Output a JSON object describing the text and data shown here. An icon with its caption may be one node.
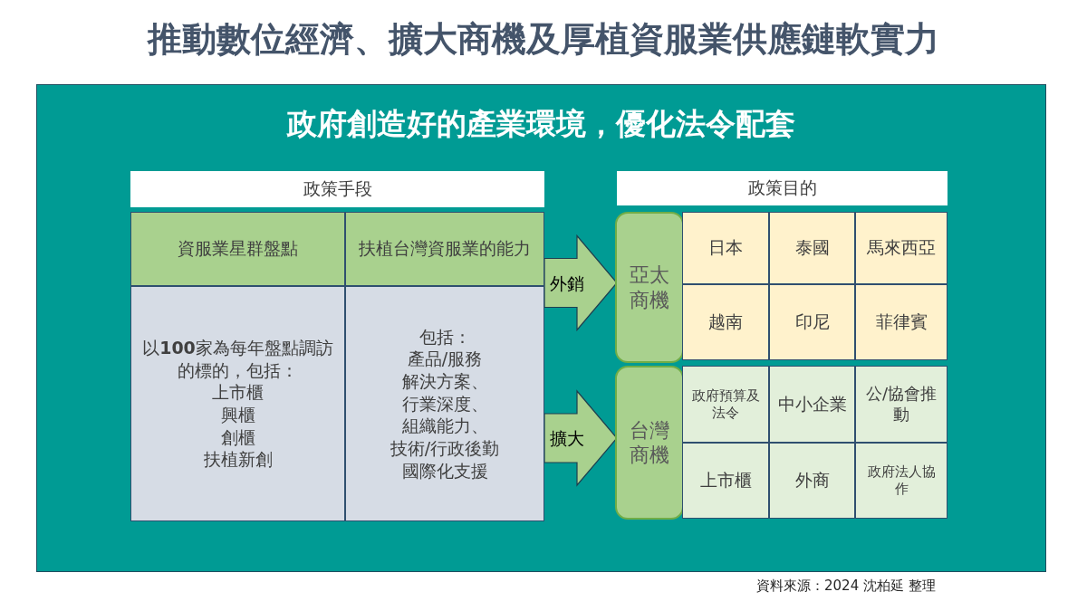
{
  "diagram": {
    "title": "推動數位經濟、擴大商機及厚植資服業供應鏈軟實力",
    "caption": "資料來源：2024 沈柏延 整理",
    "nodes": [
      {
        "text": [
          "政府創造好的產業環境，優化法令配套"
        ]
      },
      {
        "text": [
          "政策手段"
        ],
        "in": 0
      },
      {
        "text": [
          "資服業星群盤點"
        ],
        "in": 0
      },
      {
        "text": [
          "扶植台灣資服業的能力"
        ],
        "in": 0
      },
      {
        "text": [
          "以**100**家為每年盤點調訪的標的，包括：",
          "上市櫃",
          "興櫃",
          "創櫃",
          "扶植新創"
        ],
        "in": 0
      },
      {
        "text": [
          "包括：",
          "產品/服務",
          "解決方案、",
          "行業深度、",
          "組織能力、",
          "技術/行政後勤",
          "國際化支援"
        ],
        "in": 0
      },
      {
        "text": [
          "政策目的"
        ],
        "in": 0
      },
      {
        "text": [
          "亞太商機"
        ],
        "in": 0
      },
      {
        "text": [
          "日本"
        ],
        "in": 0
      },
      {
        "text": [
          "泰國"
        ],
        "in": 0
      },
      {
        "text": [
          "馬來西亞"
        ],
        "in": 0
      },
      {
        "text": [
          "越南"
        ],
        "in": 0
      },
      {
        "text": [
          "印尼"
        ],
        "in": 0
      },
      {
        "text": [
          "菲律賓"
        ],
        "in": 0
      },
      {
        "text": [
          "台灣商機"
        ],
        "in": 0
      },
      {
        "text": [
          "政府預算及法令"
        ],
        "in": 0
      },
      {
        "text": [
          "中小企業"
        ],
        "in": 0
      },
      {
        "text": [
          "公/協會推動"
        ],
        "in": 0
      },
      {
        "text": [
          "上市櫃"
        ],
        "in": 0
      },
      {
        "text": [
          "外商"
        ],
        "in": 0
      },
      {
        "text": [
          "政府法人協作"
        ],
        "in": 0
      }
    ],
    "edges": [
      {
        "from": 5,
        "to": 7,
        "arrow": "to",
        "label": "外銷"
      },
      {
        "from": 5,
        "to": 14,
        "arrow": "to",
        "label": "擴大"
      }
    ]
  }
}
